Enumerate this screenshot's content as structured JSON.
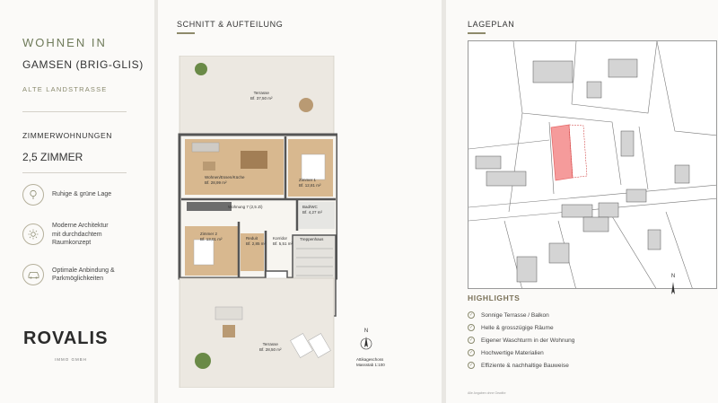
{
  "left": {
    "heading": "WOHNEN IN",
    "city": "GAMSEN (BRIG-GLIS)",
    "street": "ALTE LANDSTRASSE",
    "type_label": "ZIMMERWOHNUNGEN",
    "rooms": "2,5 ZIMMER",
    "features": [
      {
        "icon": "tree-icon",
        "lines": [
          "Ruhige & grüne Lage"
        ]
      },
      {
        "icon": "sun-icon",
        "lines": [
          "Moderne Architektur",
          "mit durchdachtem",
          "Raumkonzept"
        ]
      },
      {
        "icon": "car-icon",
        "lines": [
          "Optimale Anbindung &",
          "Parkmöglichkeiten"
        ]
      }
    ],
    "logo": "ROVALIS",
    "logo_sub": "IMMO GMBH"
  },
  "middle": {
    "heading": "SCHNITT & AUFTEILUNG",
    "rooms": {
      "terrace_top": [
        "Terrasse",
        "Bf. 37,50 m²"
      ],
      "living": [
        "Wohnen/Essen/Küche",
        "Bf. 28,99 m²"
      ],
      "bed1": [
        "Zimmer 1",
        "Bf. 12,81 m²"
      ],
      "apartment": "Wohnung 7 (2,5 Zi)",
      "bath": [
        "Bad/WC",
        "Bf. 4,27 m²"
      ],
      "bed2": [
        "Zimmer 2",
        "Bf. 13,01 m²"
      ],
      "storage": [
        "Reduit",
        "Bf. 2,85 m²"
      ],
      "corridor": [
        "Korridor",
        "Bf. 5,51 m²"
      ],
      "stair": "Treppenhaus",
      "terrace_bottom": [
        "Terrasse",
        "Bf. 28,50 m²"
      ]
    },
    "floor_caption": [
      "Attikageschoss",
      "Massstab 1:100"
    ],
    "north": "N"
  },
  "right": {
    "heading": "LAGEPLAN",
    "north": "N",
    "highlights_title": "HIGHLIGHTS",
    "highlights": [
      "Sonnige Terrasse / Balkon",
      "Helle & grosszügige Räume",
      "Eigener Waschturm in der Wohnung",
      "Hochwertige Materialien",
      "Effiziente & nachhaltige Bauweise"
    ],
    "footnote": "Alle Angaben ohne Gewähr",
    "colors": {
      "accent": "#7a7158",
      "plot_highlight": "#f27a7a"
    }
  }
}
